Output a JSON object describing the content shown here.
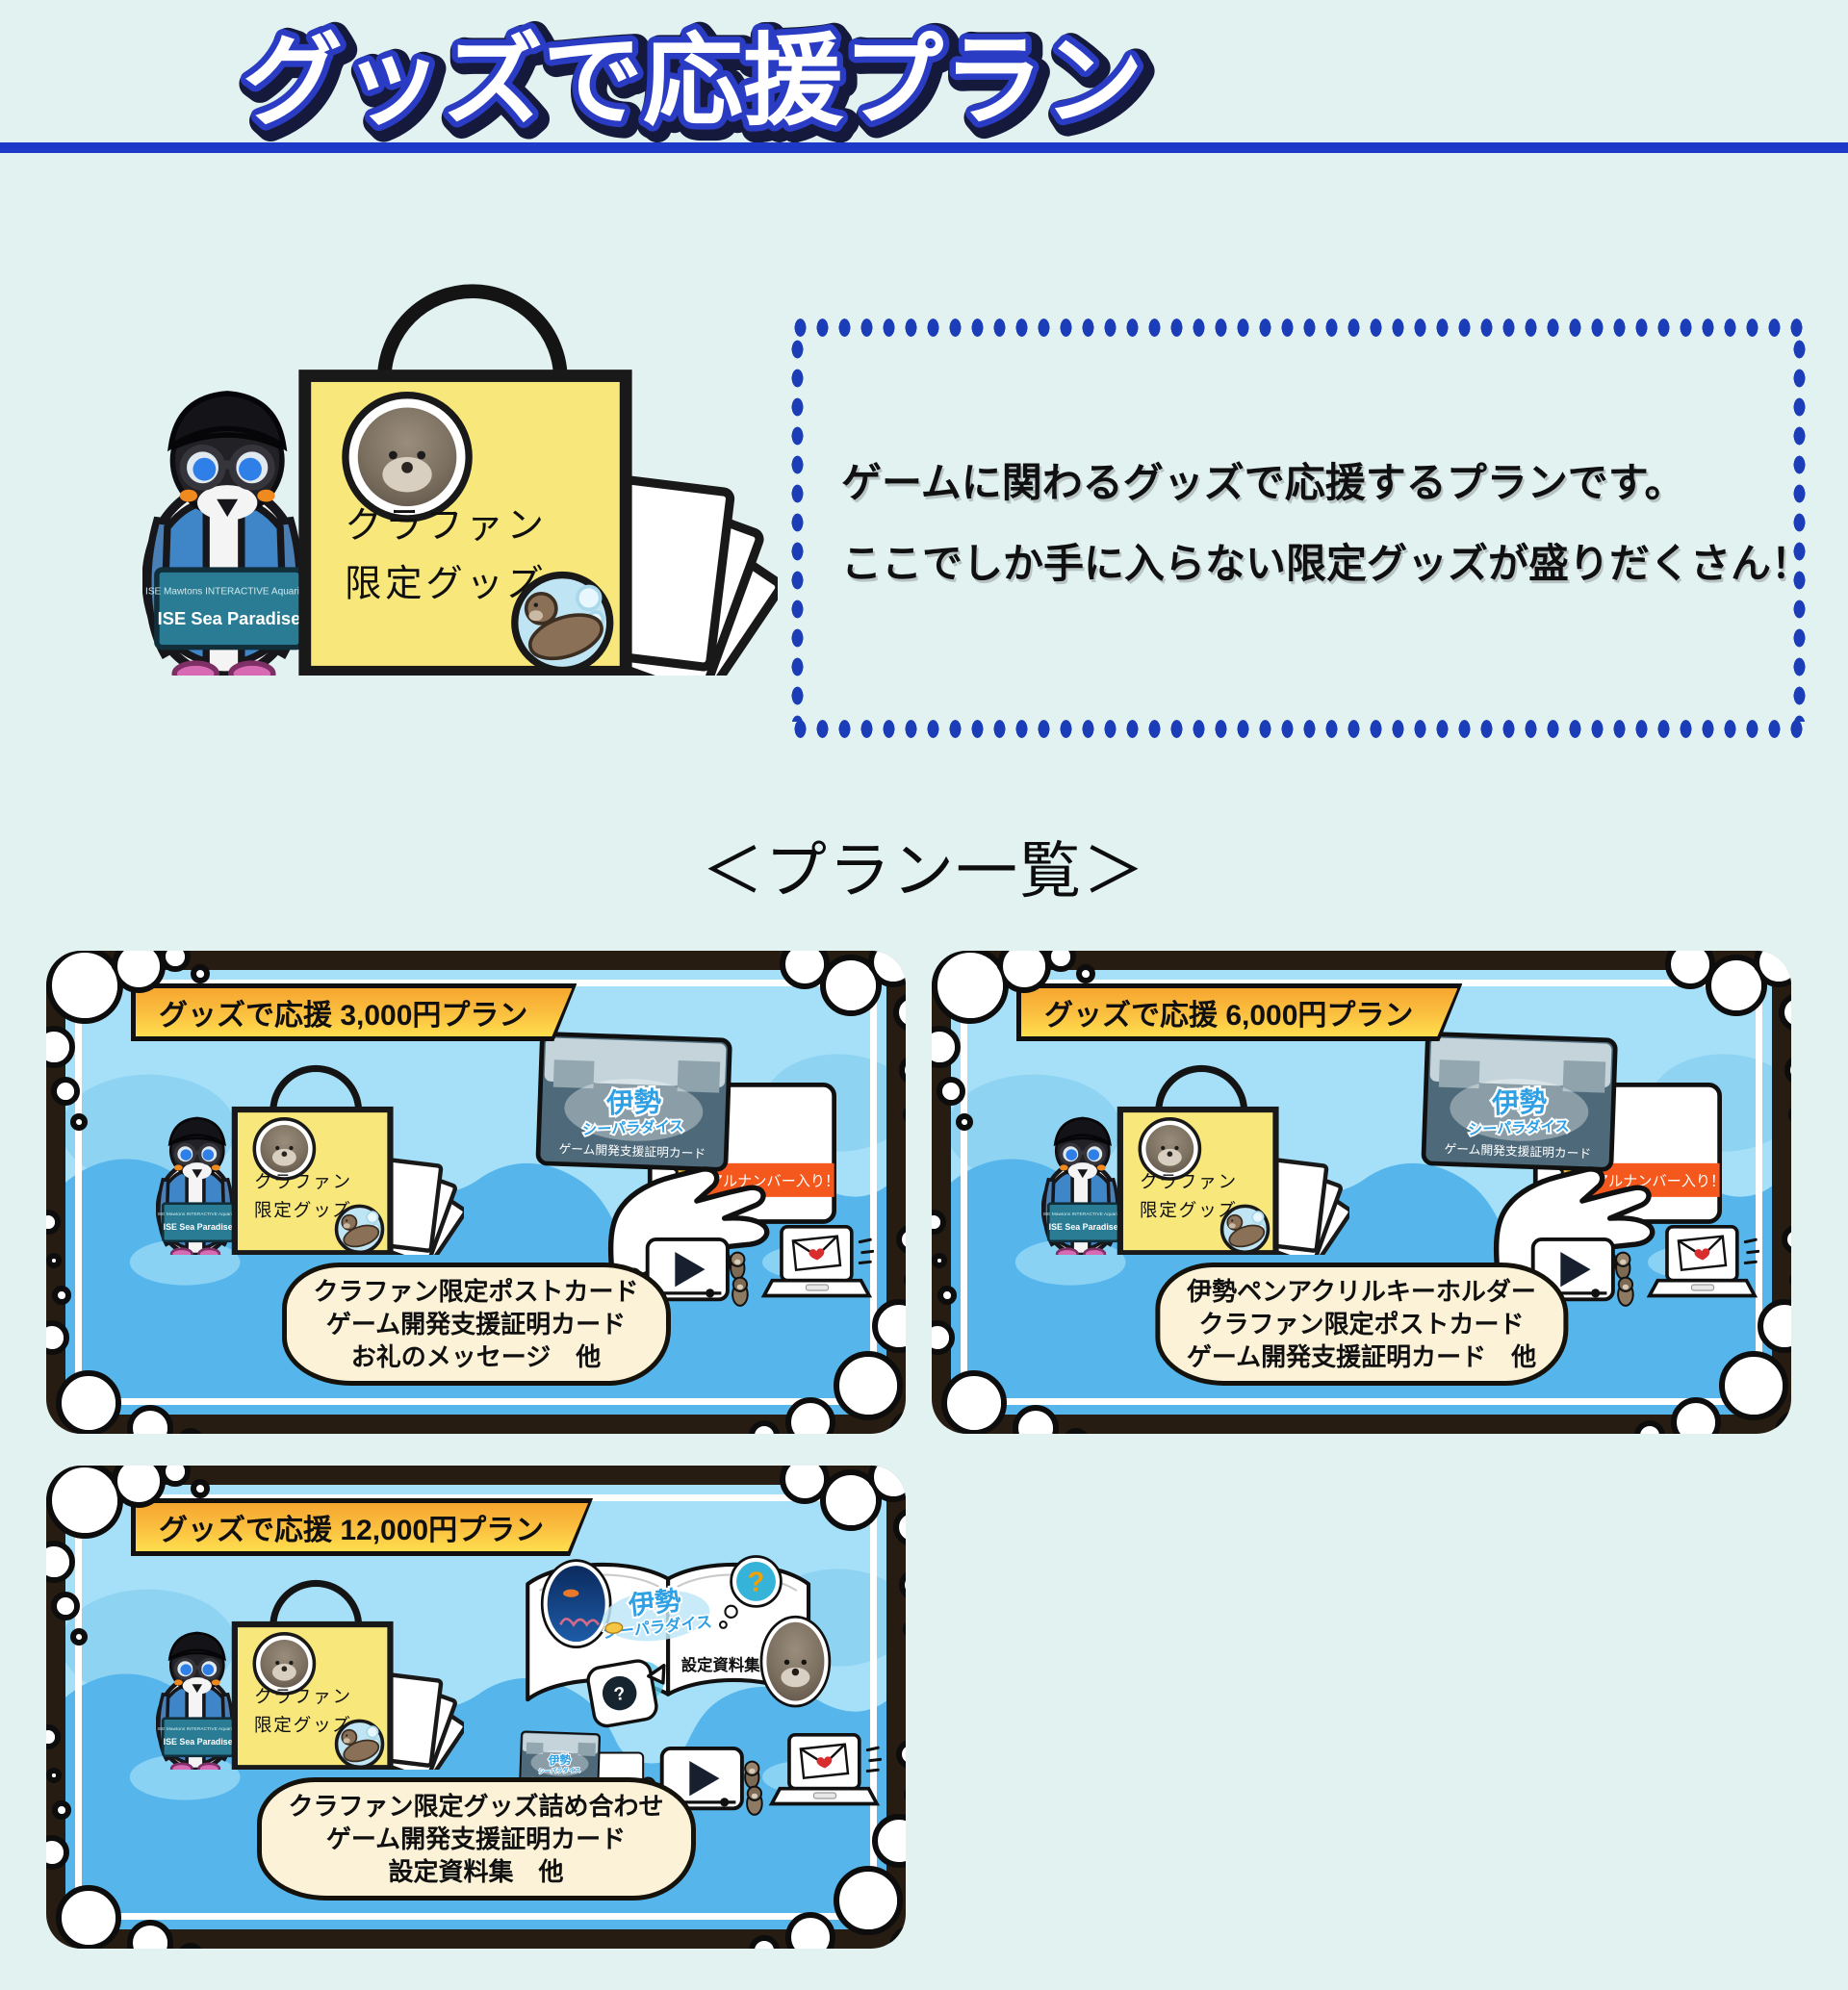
{
  "header": {
    "title": "グッズで応援プラン"
  },
  "hero": {
    "bag_line1": "クラファン",
    "bag_line2": "限定グッズ",
    "sign_small": "ISE Mawtons INTERACTIVE Aquarium",
    "sign_text": "ISE Sea Paradise",
    "description_line1": "ゲームに関わるグッズで応援するプランです。",
    "description_line2": "ここでしか手に入らない限定グッズが盛りだくさん！"
  },
  "section": {
    "heading": "＜プラン一覧＞"
  },
  "plans": [
    {
      "banner": "グッズで応援 3,000円プラン",
      "items": [
        "クラファン限定ポストカード",
        "ゲーム開発支援証明カード",
        "お礼のメッセージ　他"
      ]
    },
    {
      "banner": "グッズで応援 6,000円プラン",
      "items": [
        "伊勢ペンアクリルキーホルダー",
        "クラファン限定ポストカード",
        "ゲーム開発支援証明カード　他"
      ]
    },
    {
      "banner": "グッズで応援 12,000円プラン",
      "items": [
        "クラファン限定グッズ詰め合わせ",
        "ゲーム開発支援証明カード",
        "設定資料集　他"
      ]
    }
  ],
  "labels": {
    "serial": "シリアルナンバー入り！",
    "cert_caption": "ゲーム開発支援証明カード",
    "book_caption": "設定資料集",
    "logo_line1": "伊勢",
    "logo_line2": "シーパラダイス",
    "question": "?"
  },
  "colors": {
    "bg": "#e1f2f1",
    "title_blue": "#2b3cc4",
    "title_navy": "#151a3c",
    "divider_blue": "#1d39c8",
    "dot_blue": "#1b3db8",
    "card_border": "#261c11",
    "water_light": "#a5e0f8",
    "water_deep": "#56b6ec",
    "banner_orange": "#f6a62f",
    "banner_yellow": "#ffdf4e",
    "bag_yellow": "#f8e87c",
    "note_cream": "#fbf2d8",
    "serial_orange": "#f4581c",
    "star_gold": "#ffc62e",
    "logo_blue": "#2fa0e4"
  }
}
